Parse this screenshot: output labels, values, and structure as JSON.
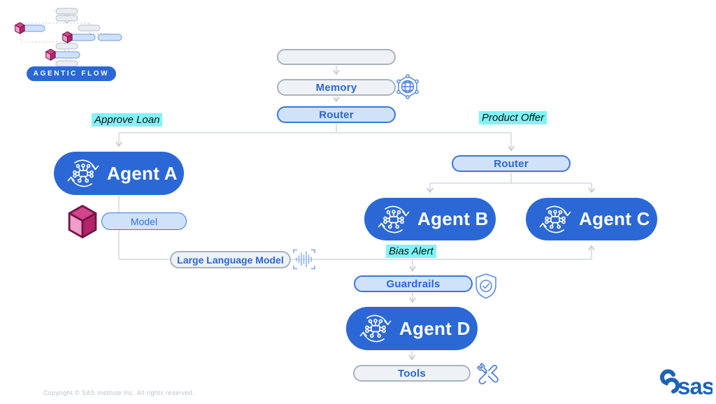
{
  "badge": {
    "label": "AGENTIC FLOW"
  },
  "flow": {
    "start": "",
    "memory": "Memory",
    "router_top": "Router",
    "router_right": "Router",
    "agent_a": "Agent A",
    "agent_b": "Agent B",
    "agent_c": "Agent C",
    "agent_d": "Agent D",
    "model": "Model",
    "llm": "Large Language Model",
    "guardrails": "Guardrails",
    "tools": "Tools"
  },
  "annotations": {
    "approve_loan": "Approve Loan",
    "product_offer": "Product Offer",
    "bias_alert": "Bias Alert"
  },
  "icons": {
    "agent": "ai-agent-cycle-icon",
    "memory": "network-globe-icon",
    "llm": "voice-waveform-icon",
    "guardrails": "shield-check-icon",
    "tools": "wrench-screwdriver-icon",
    "model": "cube-icon"
  },
  "colors": {
    "agent_blue": "#2b68d5",
    "light_blue_fill": "#cfe2fa",
    "blue_border": "#3e74da",
    "gray_fill": "#eef1f5",
    "gray_border": "#aab3be",
    "highlight_cyan": "#7ef5f7",
    "connector_gray": "#d3d7dd",
    "cube_magenta": "#b3246a",
    "sas_blue": "#1d63b8"
  },
  "footer": {
    "copyright": "Copyright © SAS Institute Inc. All rights reserved.",
    "logo_text": "sas"
  }
}
